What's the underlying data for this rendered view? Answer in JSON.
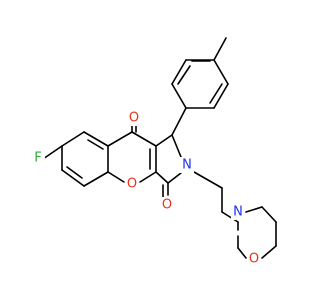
{
  "molecule": {
    "background": "#ffffff",
    "bond_color": "#000000",
    "element_colors": {
      "O": "#e8311c",
      "N": "#1f31ee",
      "F": "#33aa33"
    },
    "atoms": {
      "fluorine": "F",
      "carbonyl_oxygen_top": "O",
      "ring_oxygen": "O",
      "lactam_oxygen": "O",
      "amide_nitrogen": "N",
      "morpholine_nitrogen": "N",
      "morpholine_oxygen": "O"
    }
  }
}
